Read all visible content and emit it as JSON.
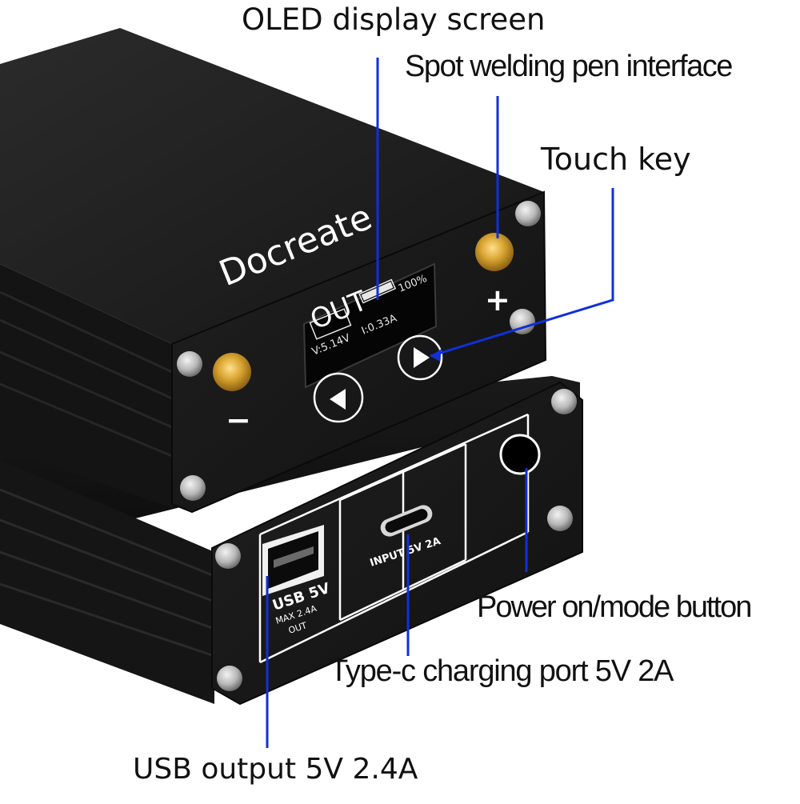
{
  "callouts": {
    "oled_display": "OLED display screen",
    "spot_welding_pen": "Spot welding pen interface",
    "touch_key": "Touch key",
    "power_button": "Power on/mode button",
    "typec_port": "Type-c charging port 5V 2A",
    "usb_output": "USB output 5V 2.4A"
  },
  "device": {
    "brand": "Docreate",
    "plus_sign": "+",
    "minus_sign": "−",
    "oled": {
      "mode": "OUT",
      "battery": "100%",
      "voltage": "V:5.14V",
      "current": "I:0.33A"
    },
    "usb_label": "USB 5V",
    "usb_max": "MAX 2.4A",
    "usb_out": "OUT",
    "input_label": "INPUT 5V 2A"
  },
  "colors": {
    "callout_line": "#1030d8",
    "body_dark": "#161616",
    "electrode_gold": "#c89a2a"
  },
  "battery_level": 1.0
}
